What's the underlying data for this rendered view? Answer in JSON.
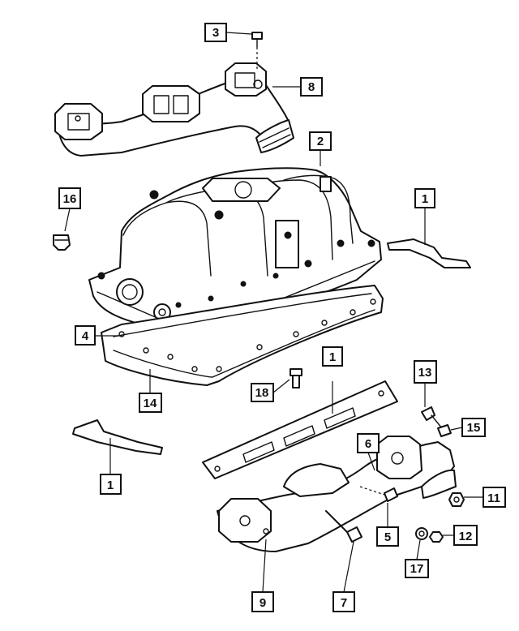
{
  "callouts": [
    {
      "id": "c3",
      "label": "3"
    },
    {
      "id": "c8",
      "label": "8"
    },
    {
      "id": "c2",
      "label": "2"
    },
    {
      "id": "c16",
      "label": "16"
    },
    {
      "id": "c1a",
      "label": "1"
    },
    {
      "id": "c4",
      "label": "4"
    },
    {
      "id": "c14",
      "label": "14"
    },
    {
      "id": "c1b",
      "label": "1"
    },
    {
      "id": "c18",
      "label": "18"
    },
    {
      "id": "c13",
      "label": "13"
    },
    {
      "id": "c15",
      "label": "15"
    },
    {
      "id": "c6",
      "label": "6"
    },
    {
      "id": "c1c",
      "label": "1"
    },
    {
      "id": "c11",
      "label": "11"
    },
    {
      "id": "c5",
      "label": "5"
    },
    {
      "id": "c12",
      "label": "12"
    },
    {
      "id": "c17",
      "label": "17"
    },
    {
      "id": "c9",
      "label": "9"
    },
    {
      "id": "c7",
      "label": "7"
    }
  ]
}
